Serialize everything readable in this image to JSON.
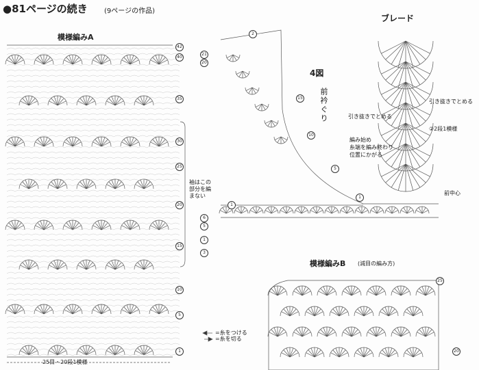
{
  "header": {
    "title": "●81ページの続き",
    "subtitle": "(9ページの作品)"
  },
  "pattern_a": {
    "title": "模様編みA",
    "side_note": "袖はこの部分を編まない",
    "repeat_label": "25目・20段1模様",
    "row_numbers": [
      "42",
      "40",
      "35",
      "30",
      "25",
      "20",
      "15",
      "10",
      "5",
      "1"
    ]
  },
  "figure4": {
    "title": "4図",
    "subtitle": "前衿ぐり",
    "row_numbers": [
      "2",
      "21",
      "20",
      "15",
      "10",
      "5",
      "1"
    ],
    "left_row_numbers": [
      "6",
      "5",
      "1",
      "3",
      "1"
    ],
    "center_label": "前中心"
  },
  "braid": {
    "title": "ブレード",
    "note_slip_stitch_right": "引き抜きでとめる",
    "note_slip_stitch_left": "引き抜きでとめる",
    "note_two_rows": "②2段1模様",
    "note_start": "編み始め",
    "note_start_2": "糸端を編み終わり",
    "note_start_3": "位置にかがる"
  },
  "pattern_b": {
    "title": "模様編みB",
    "subtitle": "(減目の編み方)",
    "row_numbers": [
      "25",
      "20"
    ]
  },
  "legend": {
    "attach": "=糸をつける",
    "cut": "=糸を切る"
  }
}
